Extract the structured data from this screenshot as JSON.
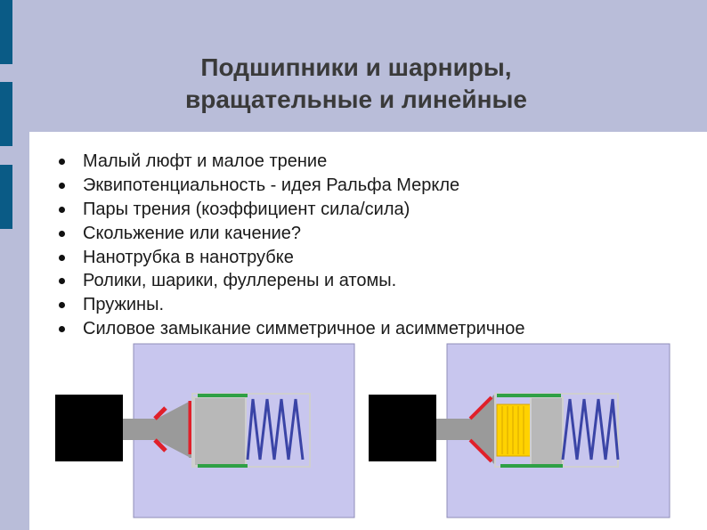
{
  "slide": {
    "title_line1": "Подшипники и шарниры,",
    "title_line2": "вращательные и линейные",
    "bullets": [
      "Малый люфт и малое трение",
      "Эквипотенциальность - идея Ральфа Меркле",
      "Пары трения (коэффициент сила/сила)",
      "Скольжение или качение?",
      "Нанотрубка в нанотрубке",
      "Ролики, шарики, фуллерены и атомы.",
      "Пружины.",
      "Силовое замыкание симметричное и асимметричное"
    ]
  },
  "colors": {
    "background": "#b9bdd9",
    "side_bar": "#0a5b86",
    "diagram_box": "#c8c6ee",
    "rod": "#000000",
    "gray_part": "#a9a9a9",
    "red_stop": "#e0202a",
    "green_rail": "#2fa045",
    "spring": "#3a44a6",
    "roller": "#ffd200"
  },
  "icons": [
    "bullet-dot-icon",
    "spring-icon"
  ]
}
